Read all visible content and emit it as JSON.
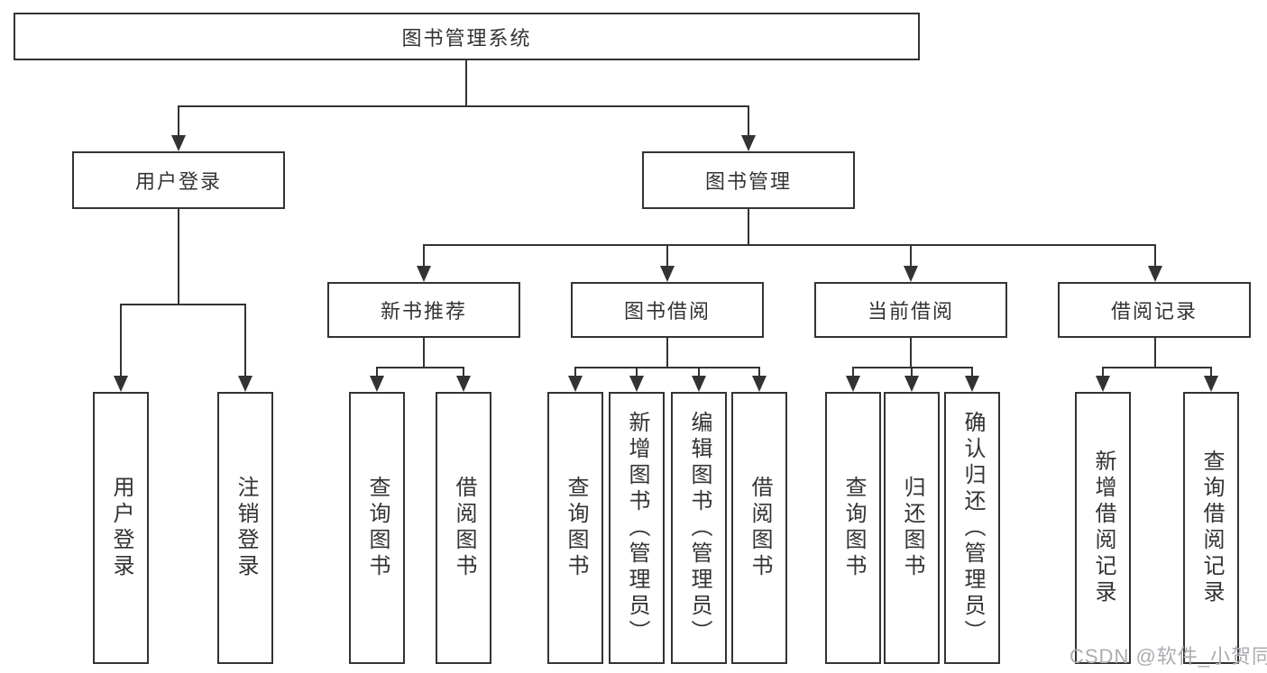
{
  "diagram": {
    "root": {
      "label": "图书管理系统"
    },
    "level2": [
      {
        "label": "用户登录"
      },
      {
        "label": "图书管理"
      }
    ],
    "level3": [
      {
        "label": "新书推荐"
      },
      {
        "label": "图书借阅"
      },
      {
        "label": "当前借阅"
      },
      {
        "label": "借阅记录"
      }
    ],
    "leaves_user_login": [
      {
        "label": "用户登录"
      },
      {
        "label": "注销登录"
      }
    ],
    "leaves_new_book": [
      {
        "label": "查询图书"
      },
      {
        "label": "借阅图书"
      }
    ],
    "leaves_book_borrow": [
      {
        "label": "查询图书"
      },
      {
        "label": "新增图书（管理员）"
      },
      {
        "label": "编辑图书（管理员）"
      },
      {
        "label": "借阅图书"
      }
    ],
    "leaves_current_borrow": [
      {
        "label": "查询图书"
      },
      {
        "label": "归还图书"
      },
      {
        "label": "确认归还（管理员）"
      }
    ],
    "leaves_borrow_record": [
      {
        "label": "新增借阅记录"
      },
      {
        "label": "查询借阅记录"
      }
    ],
    "watermark": {
      "text": "CSDN @软件_小贺同学"
    },
    "colors": {
      "line": "#333333",
      "text": "#333333",
      "watermark_text": "#a9acb0",
      "background": "#ffffff"
    }
  }
}
